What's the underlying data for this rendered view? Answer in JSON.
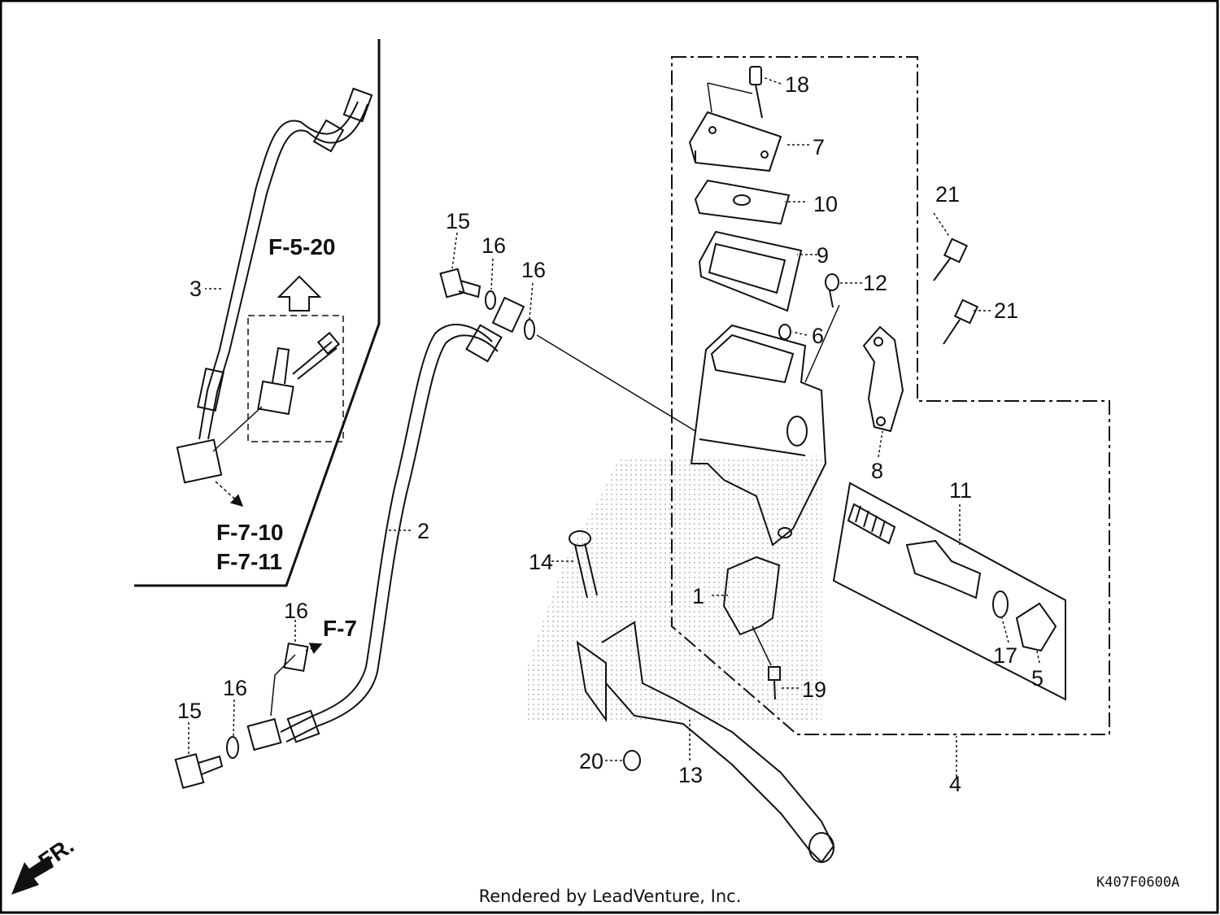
{
  "callouts": {
    "p1": "1",
    "p2": "2",
    "p3": "3",
    "p4": "4",
    "p5": "5",
    "p6": "6",
    "p7": "7",
    "p8": "8",
    "p9": "9",
    "p10": "10",
    "p11": "11",
    "p12": "12",
    "p13": "13",
    "p14": "14",
    "p15a": "15",
    "p15b": "15",
    "p16a": "16",
    "p16b": "16",
    "p16c": "16",
    "p16d": "16",
    "p17": "17",
    "p18": "18",
    "p19": "19",
    "p20": "20",
    "p21a": "21",
    "p21b": "21"
  },
  "references": {
    "f520": "F-5-20",
    "f710": "F-7-10",
    "f711": "F-7-11",
    "f7": "F-7"
  },
  "front_marker": "FR.",
  "diagram_code": "K407F0600A",
  "credit": "Rendered by LeadVenture, Inc.",
  "colors": {
    "line": "#111111",
    "frame": "#000000",
    "stipple": "#bdbdbd"
  }
}
